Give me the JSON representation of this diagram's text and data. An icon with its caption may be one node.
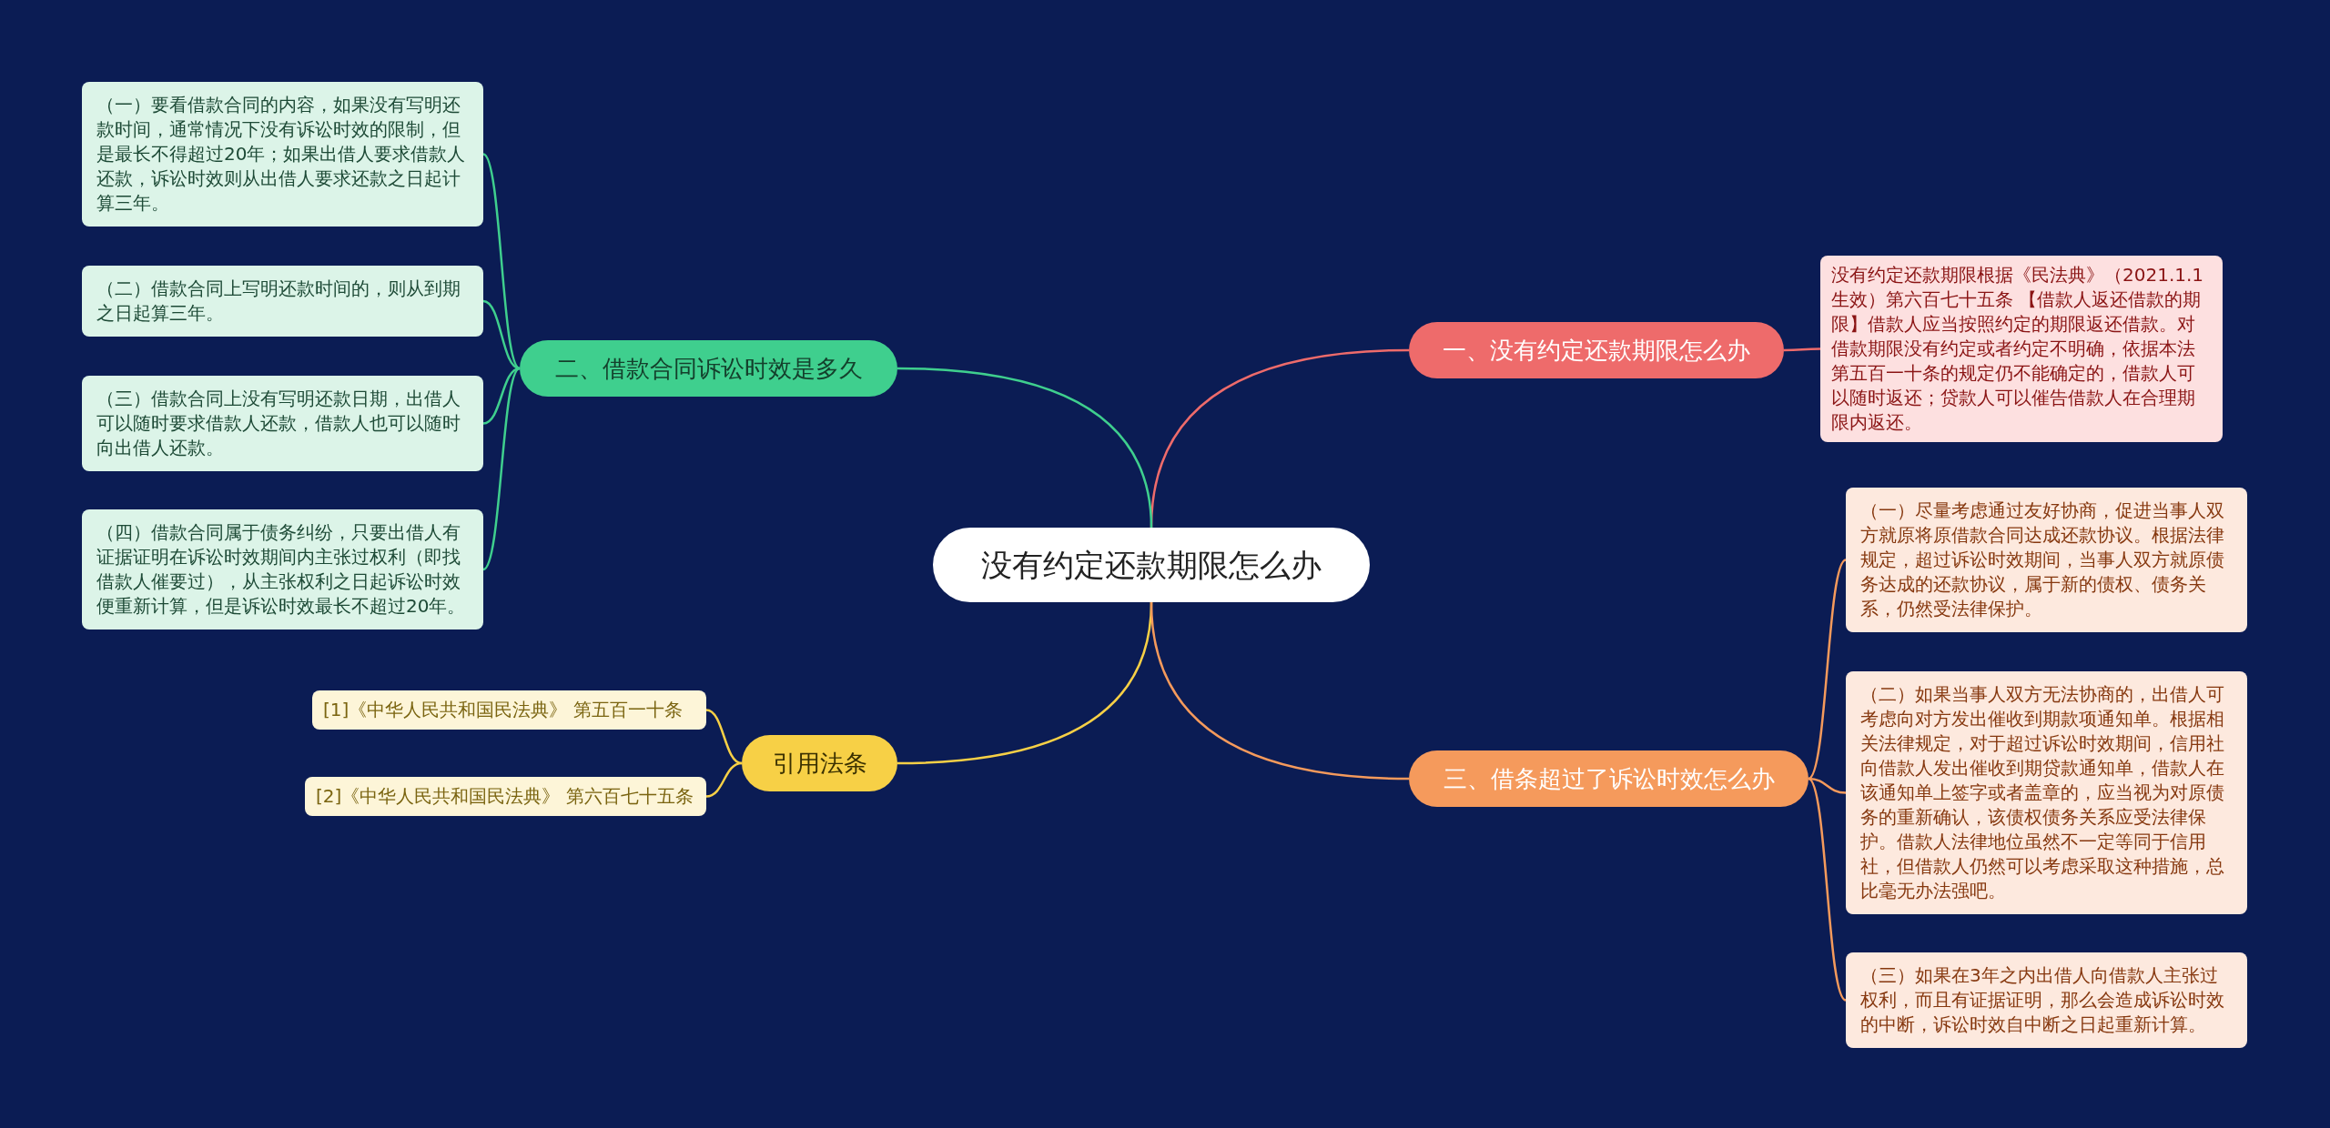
{
  "diagram": {
    "nodes": [
      {
        "text": [
          "没有约定还款期限怎么办"
        ]
      },
      {
        "text": [
          "一、没有约定还款期限怎么办"
        ]
      },
      {
        "text": [
          "没有约定还款期限根据《民法典》（2021.1.1生效）第六百七十五条 【借款人返还借款的期限】借款人应当按照约定的期限返还借款。对借款期限没有约定或者约定不明确，依据本法第五百一十条的规定仍不能确定的，借款人可以随时返还；贷款人可以催告借款人在合理期限内返还。"
        ]
      },
      {
        "text": [
          "二、借款合同诉讼时效是多久"
        ]
      },
      {
        "text": [
          "（一）要看借款合同的内容，如果没有写明还款时间，通常情况下没有诉讼时效的限制，但是最长不得超过20年；如果出借人要求借款人还款，诉讼时效则从出借人要求还款之日起计算三年。"
        ]
      },
      {
        "text": [
          "（二）借款合同上写明还款时间的，则从到期之日起算三年。"
        ]
      },
      {
        "text": [
          "（三）借款合同上没有写明还款日期，出借人可以随时要求借款人还款，借款人也可以随时向出借人还款。"
        ]
      },
      {
        "text": [
          "（四）借款合同属于债务纠纷，只要出借人有证据证明在诉讼时效期间内主张过权利（即找借款人催要过），从主张权利之日起诉讼时效便重新计算，但是诉讼时效最长不超过20年。"
        ]
      },
      {
        "text": [
          "引用法条"
        ]
      },
      {
        "text": [
          "[1]《中华人民共和国民法典》 第五百一十条"
        ]
      },
      {
        "text": [
          "[2]《中华人民共和国民法典》 第六百七十五条"
        ]
      },
      {
        "text": [
          "三、借条超过了诉讼时效怎么办"
        ]
      },
      {
        "text": [
          "（一）尽量考虑通过友好协商，促进当事人双方就原将原借款合同达成还款协议。根据法律规定，超过诉讼时效期间，当事人双方就原债务达成的还款协议，属于新的债权、债务关系，仍然受法律保护。"
        ]
      },
      {
        "text": [
          "（二）如果当事人双方无法协商的，出借人可考虑向对方发出催收到期款项通知单。根据相关法律规定，对于超过诉讼时效期间，信用社向借款人发出催收到期贷款通知单，借款人在该通知单上签字或者盖章的，应当视为对原债务的重新确认，该债权债务关系应受法律保护。借款人法律地位虽然不一定等同于信用社，但借款人仍然可以考虑采取这种措施，总比毫无办法强吧。"
        ]
      },
      {
        "text": [
          "（三）如果在3年之内出借人向借款人主张过权利，而且有证据证明，那么会造成诉讼时效的中断，诉讼时效自中断之日起重新计算。"
        ]
      }
    ],
    "edges": [
      {
        "from": 0,
        "to": 1,
        "arrow": "none",
        "color": "#ee6b6b"
      },
      {
        "from": 1,
        "to": 2,
        "arrow": "none",
        "color": "#ee6b6b"
      },
      {
        "from": 0,
        "to": 3,
        "arrow": "none",
        "color": "#3fcf8e"
      },
      {
        "from": 3,
        "to": 4,
        "arrow": "none",
        "color": "#3fcf8e"
      },
      {
        "from": 3,
        "to": 5,
        "arrow": "none",
        "color": "#3fcf8e"
      },
      {
        "from": 3,
        "to": 6,
        "arrow": "none",
        "color": "#3fcf8e"
      },
      {
        "from": 3,
        "to": 7,
        "arrow": "none",
        "color": "#3fcf8e"
      },
      {
        "from": 0,
        "to": 8,
        "arrow": "none",
        "color": "#f7d046"
      },
      {
        "from": 8,
        "to": 9,
        "arrow": "none",
        "color": "#f7d046"
      },
      {
        "from": 8,
        "to": 10,
        "arrow": "none",
        "color": "#f7d046"
      },
      {
        "from": 0,
        "to": 11,
        "arrow": "none",
        "color": "#f59a5c"
      },
      {
        "from": 11,
        "to": 12,
        "arrow": "none",
        "color": "#f59a5c"
      },
      {
        "from": 11,
        "to": 13,
        "arrow": "none",
        "color": "#f59a5c"
      },
      {
        "from": 11,
        "to": 14,
        "arrow": "none",
        "color": "#f59a5c"
      }
    ]
  }
}
